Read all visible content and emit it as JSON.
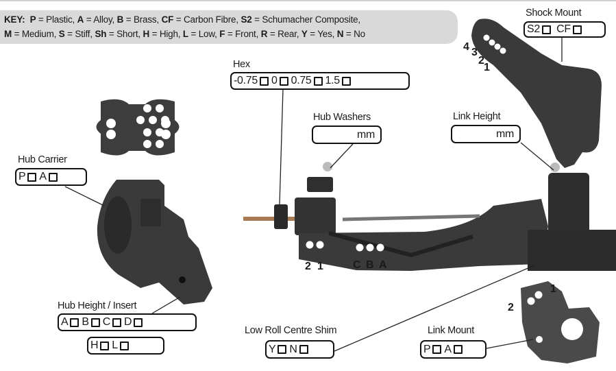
{
  "key": {
    "prefix": "KEY:",
    "line1": [
      {
        "k": "P",
        "v": "Plastic"
      },
      {
        "k": "A",
        "v": "Alloy"
      },
      {
        "k": "B",
        "v": "Brass"
      },
      {
        "k": "CF",
        "v": "Carbon Fibre"
      },
      {
        "k": "S2",
        "v": "Schumacher Composite,"
      }
    ],
    "line2": [
      {
        "k": "M",
        "v": "Medium"
      },
      {
        "k": "S",
        "v": "Stiff"
      },
      {
        "k": "Sh",
        "v": "Short"
      },
      {
        "k": "H",
        "v": "High"
      },
      {
        "k": "L",
        "v": "Low"
      },
      {
        "k": "F",
        "v": "Front"
      },
      {
        "k": "R",
        "v": "Rear"
      },
      {
        "k": "Y",
        "v": "Yes"
      },
      {
        "k": "N",
        "v": "No"
      }
    ]
  },
  "hub_carrier": {
    "label": "Hub Carrier",
    "options": [
      "P",
      "A"
    ]
  },
  "hex": {
    "label": "Hex",
    "options": [
      "-0.75",
      "0",
      "0.75",
      "1.5"
    ]
  },
  "hub_washers": {
    "label": "Hub Washers",
    "unit": "mm"
  },
  "link_height": {
    "label": "Link Height",
    "unit": "mm"
  },
  "shock_mount": {
    "label": "Shock Mount",
    "options": [
      "S2",
      "CF"
    ],
    "holes": [
      "4",
      "3",
      "2",
      "1"
    ]
  },
  "hub_height": {
    "label": "Hub Height / Insert",
    "options_row1": [
      "A",
      "B",
      "C",
      "D"
    ],
    "options_row2": [
      "H",
      "L"
    ]
  },
  "low_roll": {
    "label": "Low Roll Centre Shim",
    "options": [
      "Y",
      "N"
    ]
  },
  "link_mount": {
    "label": "Link Mount",
    "options": [
      "P",
      "A"
    ],
    "holes": [
      "1",
      "2"
    ]
  },
  "arm_holes": {
    "inner": [
      "2",
      "1"
    ],
    "outer": [
      "C",
      "B",
      "A"
    ]
  },
  "colors": {
    "part": "#3a3a3a",
    "part_dark": "#262626",
    "key_bg": "#d9d9d9"
  }
}
